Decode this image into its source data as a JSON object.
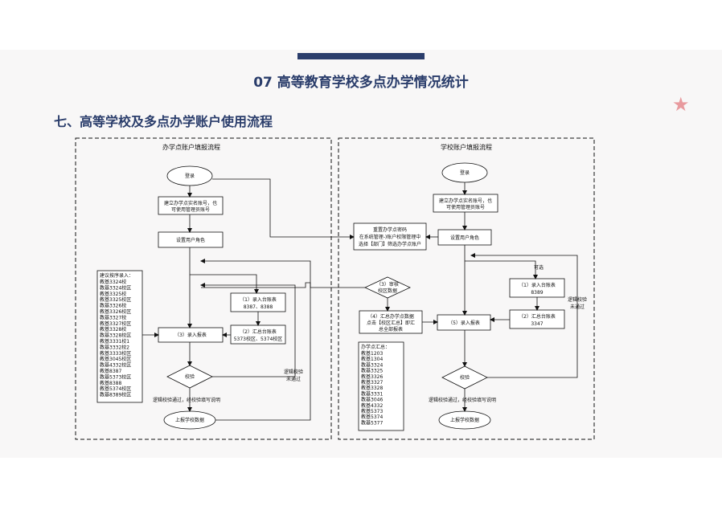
{
  "header": {
    "title": "07 高等教育学校多点办学情况统计",
    "subtitle": "七、高等学校及多点办学账户使用流程"
  },
  "left": {
    "heading": "办学点账户填报流程",
    "login": "登录",
    "verify_line1": "建立办学点实名账号，也",
    "verify_line2": "可使用管理员账号",
    "set_role": "设置用户角色",
    "advice_title": "建议按序录入：",
    "advice_items": [
      "教基3324校",
      "教基3324校区",
      "教基3325校",
      "教基3325校区",
      "教基3326校",
      "教基3326校区",
      "教基3327校",
      "教基3327校区",
      "教基3328校",
      "教基3328校区",
      "教基3331校1",
      "教基3332校2",
      "教基3333校区",
      "教基3045校区",
      "教基4332校区",
      "教基8387",
      "教基5373校区",
      "教基8388",
      "教基5374校区",
      "教基8389校区"
    ],
    "enter1_line1": "（1）录入台账表",
    "enter1_line2": "8387、8388",
    "enter2_line1": "（2）汇总台账表",
    "enter2_line2": "5373校区、5374校区",
    "enter3": "（3）录入报表",
    "check": "校验",
    "logic_fail_1": "逻辑校验",
    "logic_fail_2": "未通过",
    "logic_pass": "逻辑校验通过，经校验填写说明",
    "report": "上报学校数据"
  },
  "right": {
    "heading": "学校账户填报流程",
    "login": "登录",
    "verify_line1": "建立办学点实名账号，也",
    "verify_line2": "可使用管理员账号",
    "reset_line1": "重置办学点密码",
    "reset_line2": "在系统管理-)账户权限管理中",
    "reset_line3": "选择【部门】筛选办学点账户",
    "set_role": "设置用户角色",
    "optional": "可选",
    "audit_line1": "（3）审核",
    "audit_line2": "校区数据",
    "summary_line1": "（4）汇总办学点数据",
    "summary_line2": "点击【校区汇总】即汇",
    "summary_line3": "总全部报表",
    "enter1_line1": "（1）录入台账表",
    "enter1_line2": "8389",
    "enter2_line1": "（2）汇总台账表",
    "enter2_line2": "3347",
    "enter5": "（5）录入报表",
    "check": "校验",
    "logic_fail_1": "逻辑校验",
    "logic_fail_2": "未通过",
    "logic_pass": "逻辑校验通过，经校验填写说明",
    "report": "上报学校数据",
    "summary_title": "办学点汇总：",
    "summary_items": [
      "教基1203",
      "教基1304",
      "教基3324",
      "教基3325",
      "教基3326",
      "教基3327",
      "教基3328",
      "教基3331",
      "教基3046",
      "教基4332",
      "教基5373",
      "教基5374",
      "教基5377"
    ]
  },
  "colors": {
    "navy": "#2a3d6b",
    "star": "#e89a9e"
  }
}
